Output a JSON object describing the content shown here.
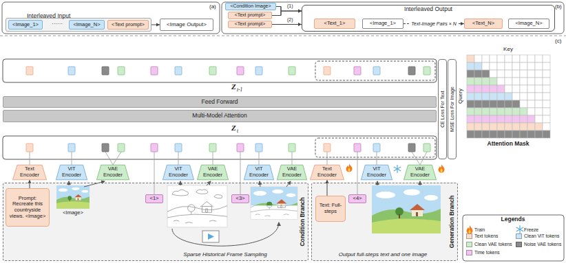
{
  "diagram": {
    "nodes": [
      {
        "text": [
          "Interleaved Input"
        ]
      },
      {
        "text": [
          "<Image_1>"
        ],
        "in": 0
      },
      {
        "text": [
          "<Image_N>"
        ],
        "in": 0
      },
      {
        "text": [
          "<Text prompt>"
        ],
        "in": 0
      },
      {
        "text": [
          "<Image Output>"
        ]
      },
      {
        "text": [
          "<Condition Image>"
        ]
      },
      {
        "text": [
          "<Text prompt>"
        ]
      },
      {
        "text": [
          "<Text prompt>"
        ]
      },
      {
        "text": [
          "Interleaved Output"
        ]
      },
      {
        "text": [
          "<Text_1>"
        ],
        "in": 8
      },
      {
        "text": [
          "<Image_1>"
        ],
        "in": 8
      },
      {
        "text": [
          "<Text_N>"
        ],
        "in": 8
      },
      {
        "text": [
          "<Image_N>"
        ],
        "in": 8
      },
      {
        "text": [
          "Feed Forward"
        ]
      },
      {
        "text": [
          "Multi-Model Attention"
        ]
      },
      {
        "text": [
          "CE Loss For Text"
        ]
      },
      {
        "text": [
          "MSE Loss For Image"
        ]
      },
      {
        "text": [
          "Text Encoder"
        ]
      },
      {
        "text": [
          "ViT Encoder"
        ]
      },
      {
        "text": [
          "VAE Encoder"
        ]
      },
      {
        "text": [
          "ViT Encoder"
        ]
      },
      {
        "text": [
          "VAE Encoder"
        ]
      },
      {
        "text": [
          "ViT Encoder"
        ]
      },
      {
        "text": [
          "VAE Encoder"
        ]
      },
      {
        "text": [
          "Text Encoder"
        ]
      },
      {
        "text": [
          "ViT Encoder"
        ]
      },
      {
        "text": [
          "VAE Encoder"
        ]
      },
      {
        "text": [
          "Condition Branch"
        ]
      },
      {
        "text": [
          "Prompt: Recreate this countryside views. <Image>"
        ],
        "in": 27
      },
      {
        "text": [
          "<1>"
        ],
        "in": 27
      },
      {
        "text": [
          "<3>"
        ],
        "in": 27
      },
      {
        "text": [
          "Generation Branch"
        ]
      },
      {
        "text": [
          "Text: Full-steps"
        ],
        "in": 31
      },
      {
        "text": [
          "<4>"
        ],
        "in": 31
      }
    ],
    "edges": [
      {
        "from": 0,
        "to": 4,
        "arrow": "to"
      },
      {
        "from": 5,
        "to": 8,
        "label": "(1)",
        "arrow": "to"
      },
      {
        "from": 6,
        "to": 8,
        "arrow": "to"
      },
      {
        "from": 7,
        "to": 8,
        "label": "(2)",
        "arrow": "to"
      },
      {
        "from": 10,
        "to": 11,
        "label": "Text-Image Pairs × N",
        "arrow": "to"
      },
      {
        "from": 28,
        "to": 17,
        "arrow": "to"
      },
      {
        "from": 32,
        "to": 24,
        "arrow": "to"
      }
    ],
    "labels": [
      "(a)",
      "······",
      "(b)",
      "(c)",
      "Z",
      "t-1",
      "Z",
      "t",
      "Key",
      "Query",
      "Attention Mask",
      "<Image>",
      "Sparse Historical Frame Sampling",
      "Output full-steps text and one image",
      "Legends"
    ],
    "legend": [
      {
        "text": "Train"
      },
      {
        "text": "Freeze"
      },
      {
        "text": "Text tokens",
        "color": "#fadccb"
      },
      {
        "text": "Clean ViT tokens",
        "color": "#c8e4f6"
      },
      {
        "text": "Clean VAE tokens",
        "color": "#cdeccb"
      },
      {
        "text": "Noise VAE tokens",
        "color": "#8a8a8a"
      },
      {
        "text": "Time tokens",
        "color": "#f1c5ef"
      }
    ]
  }
}
